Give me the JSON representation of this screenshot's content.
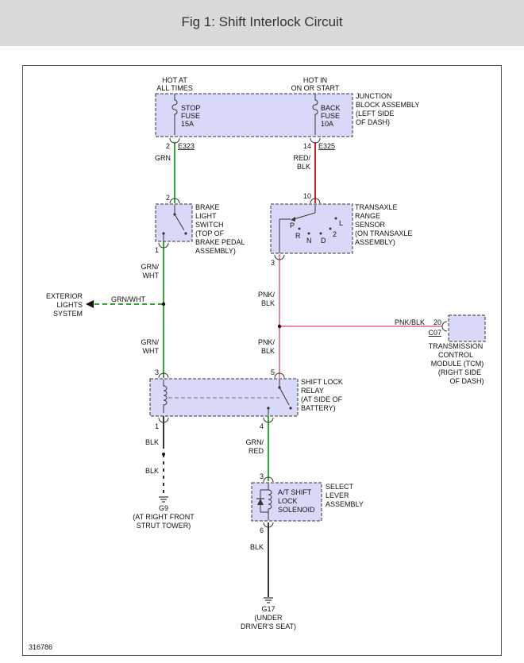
{
  "header": {
    "title": "Fig 1: Shift Interlock Circuit"
  },
  "diagram": {
    "figure_number": "316786",
    "colors": {
      "green": "#33aa33",
      "red": "#cc2222",
      "pink": "#ee88aa",
      "black": "#333333",
      "component_fill": "#d8d8f8",
      "header_bg": "#d9d9d9"
    },
    "junction_block": {
      "hot_left": [
        "HOT AT",
        "ALL TIMES"
      ],
      "hot_right": [
        "HOT IN",
        "ON OR START"
      ],
      "stop_fuse": [
        "STOP",
        "FUSE",
        "15A"
      ],
      "back_fuse": [
        "BACK",
        "FUSE",
        "10A"
      ],
      "label": [
        "JUNCTION",
        "BLOCK ASSEMBLY",
        "(LEFT SIDE",
        "OF DASH)"
      ],
      "pin_left": "2",
      "conn_left": "E323",
      "pin_right": "14",
      "conn_right": "E325"
    },
    "brake_switch": {
      "label": [
        "BRAKE",
        "LIGHT",
        "SWITCH",
        "(TOP OF",
        "BRAKE PEDAL",
        "ASSEMBLY)"
      ],
      "pin_top": "2",
      "pin_bottom": "1"
    },
    "range_sensor": {
      "label": [
        "TRANSAXLE",
        "RANGE",
        "SENSOR",
        "(ON TRANSAXLE",
        "ASSEMBLY)"
      ],
      "pin_top": "10",
      "pin_bottom": "3",
      "positions": [
        "P",
        "R",
        "N",
        "D",
        "2",
        "L"
      ]
    },
    "exterior": {
      "label": [
        "EXTERIOR",
        "LIGHTS",
        "SYSTEM"
      ],
      "wire": "GRN/WHT"
    },
    "tcm": {
      "label": [
        "TRANSMISSION",
        "CONTROL",
        "MODULE (TCM)",
        "(RIGHT SIDE",
        "OF DASH)"
      ],
      "wire": "PNK/BLK",
      "pin": "20",
      "conn": "C07"
    },
    "relay": {
      "label": [
        "SHIFT LOCK",
        "RELAY",
        "(AT SIDE OF",
        "BATTERY)"
      ],
      "pin_tl": "3",
      "pin_tr": "5",
      "pin_bl": "1",
      "pin_br": "4"
    },
    "solenoid": {
      "inner": [
        "A/T SHIFT",
        "LOCK",
        "SOLENOID"
      ],
      "label": [
        "SELECT",
        "LEVER",
        "ASSEMBLY"
      ],
      "pin_top": "3",
      "pin_bottom": "6"
    },
    "wires": {
      "grn": "GRN",
      "red_blk": [
        "RED/",
        "BLK"
      ],
      "grn_wht_1": [
        "GRN/",
        "WHT"
      ],
      "grn_wht_2": [
        "GRN/",
        "WHT"
      ],
      "pnk_blk_1": [
        "PNK/",
        "BLK"
      ],
      "pnk_blk_2": [
        "PNK/",
        "BLK"
      ],
      "blk_1": "BLK",
      "blk_2": "BLK",
      "grn_red": [
        "GRN/",
        "RED"
      ],
      "blk_3": "BLK"
    },
    "grounds": {
      "g9": [
        "G9",
        "(AT RIGHT FRONT",
        "STRUT TOWER)"
      ],
      "g17": [
        "G17",
        "(UNDER",
        "DRIVER'S SEAT)"
      ]
    }
  }
}
